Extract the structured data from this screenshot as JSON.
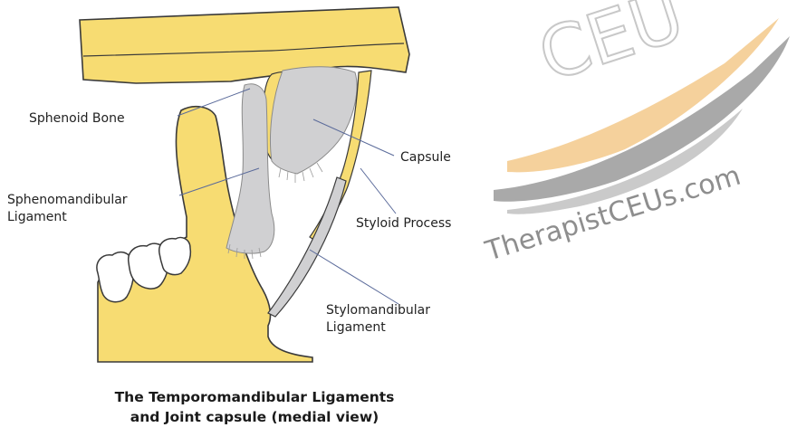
{
  "labels": {
    "sphenoid_bone": "Sphenoid Bone",
    "capsule": "Capsule",
    "sphenomandibular_line1": "Sphenomandibular",
    "sphenomandibular_line2": "Ligament",
    "styloid_process": "Styloid Process",
    "stylomandibular_line1": "Stylomandibular",
    "stylomandibular_line2": "Ligament"
  },
  "caption": {
    "line1": "The Temporomandibular Ligaments",
    "line2": "and Joint capsule (medial view)"
  },
  "watermark": {
    "text": "TherapistCEUs.com",
    "arc_letters": "CEU"
  },
  "colors": {
    "bone": "#f7dc72",
    "ligament": "#d0d0d2",
    "outline": "#3a3a3a",
    "watermark_gray": "#9a9a9a",
    "watermark_orange": "#f3c98b"
  }
}
